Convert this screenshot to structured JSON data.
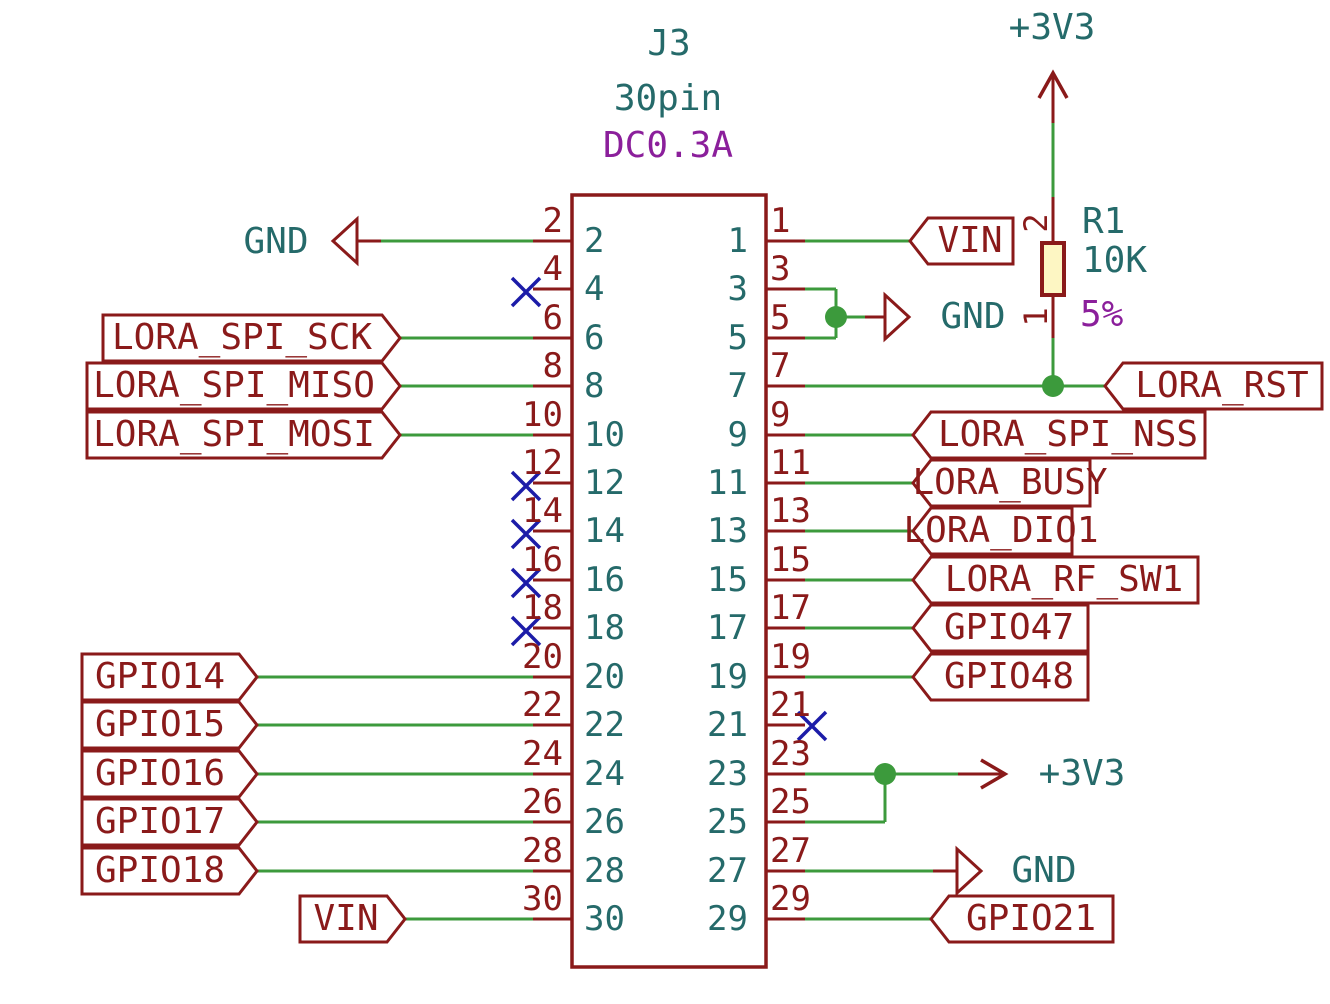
{
  "schematic": {
    "type": "KiCad-style schematic sheet"
  },
  "colors": {
    "symbol_outline": "#8A1A1A",
    "wire_green": "#3C9A3C",
    "pin_name_teal": "#256A6A",
    "field_purple": "#8B1F9B",
    "no_connect_blue": "#1C1CA8",
    "resistor_fill": "#FDF6C3",
    "background": "#FFFFFF"
  },
  "connector": {
    "reference": "J3",
    "description": "30pin",
    "current_rating": "DC0.3A",
    "left_pins": [
      {
        "number": "2",
        "net": "GND",
        "no_connect": false
      },
      {
        "number": "4",
        "net": "",
        "no_connect": true
      },
      {
        "number": "6",
        "net": "LORA_SPI_SCK",
        "no_connect": false
      },
      {
        "number": "8",
        "net": "LORA_SPI_MISO",
        "no_connect": false
      },
      {
        "number": "10",
        "net": "LORA_SPI_MOSI",
        "no_connect": false
      },
      {
        "number": "12",
        "net": "",
        "no_connect": true
      },
      {
        "number": "14",
        "net": "",
        "no_connect": true
      },
      {
        "number": "16",
        "net": "",
        "no_connect": true
      },
      {
        "number": "18",
        "net": "",
        "no_connect": true
      },
      {
        "number": "20",
        "net": "GPIO14",
        "no_connect": false
      },
      {
        "number": "22",
        "net": "GPIO15",
        "no_connect": false
      },
      {
        "number": "24",
        "net": "GPIO16",
        "no_connect": false
      },
      {
        "number": "26",
        "net": "GPIO17",
        "no_connect": false
      },
      {
        "number": "28",
        "net": "GPIO18",
        "no_connect": false
      },
      {
        "number": "30",
        "net": "VIN",
        "no_connect": false
      }
    ],
    "right_pins": [
      {
        "number": "1",
        "net": "VIN",
        "no_connect": false
      },
      {
        "number": "3",
        "net": "GND",
        "no_connect": false
      },
      {
        "number": "5",
        "net": "GND",
        "no_connect": false
      },
      {
        "number": "7",
        "net": "LORA_RST",
        "no_connect": false
      },
      {
        "number": "9",
        "net": "LORA_SPI_NSS",
        "no_connect": false
      },
      {
        "number": "11",
        "net": "LORA_BUSY",
        "no_connect": false
      },
      {
        "number": "13",
        "net": "LORA_DIO1",
        "no_connect": false
      },
      {
        "number": "15",
        "net": "LORA_RF_SW1",
        "no_connect": false
      },
      {
        "number": "17",
        "net": "GPIO47",
        "no_connect": false
      },
      {
        "number": "19",
        "net": "GPIO48",
        "no_connect": false
      },
      {
        "number": "21",
        "net": "",
        "no_connect": true
      },
      {
        "number": "23",
        "net": "+3V3",
        "no_connect": false
      },
      {
        "number": "25",
        "net": "+3V3",
        "no_connect": false
      },
      {
        "number": "27",
        "net": "GND",
        "no_connect": false
      },
      {
        "number": "29",
        "net": "GPIO21",
        "no_connect": false
      }
    ],
    "no_connect_pins": [
      "4",
      "12",
      "14",
      "16",
      "18",
      "21"
    ]
  },
  "resistor": {
    "reference": "R1",
    "value": "10K",
    "tolerance": "5%",
    "pin_top": "2",
    "pin_bottom": "1",
    "rail": "+3V3"
  }
}
